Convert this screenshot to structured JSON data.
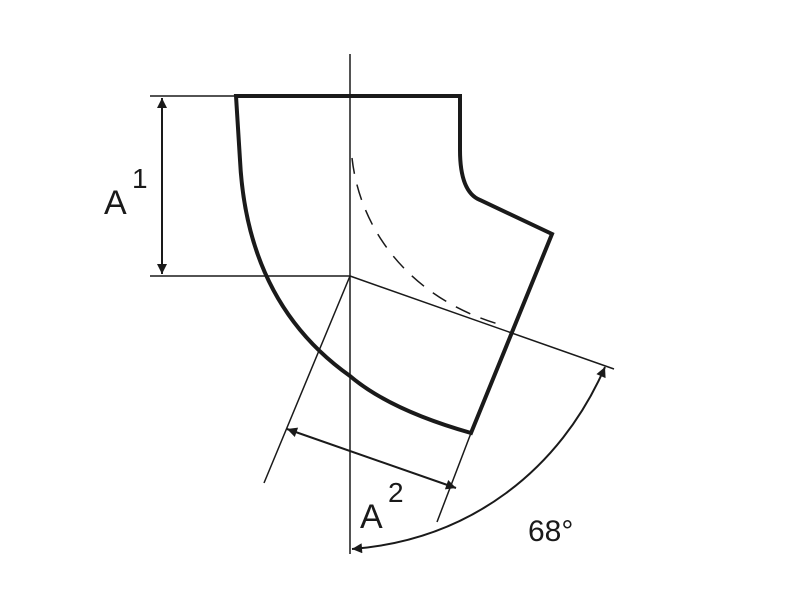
{
  "diagram": {
    "dimension_a1": {
      "letter": "A",
      "index": "1"
    },
    "dimension_a2": {
      "letter": "A",
      "index": "2"
    },
    "angle_label": "68°"
  },
  "colors": {
    "stroke": "#1a1a1a",
    "background": "#ffffff"
  }
}
